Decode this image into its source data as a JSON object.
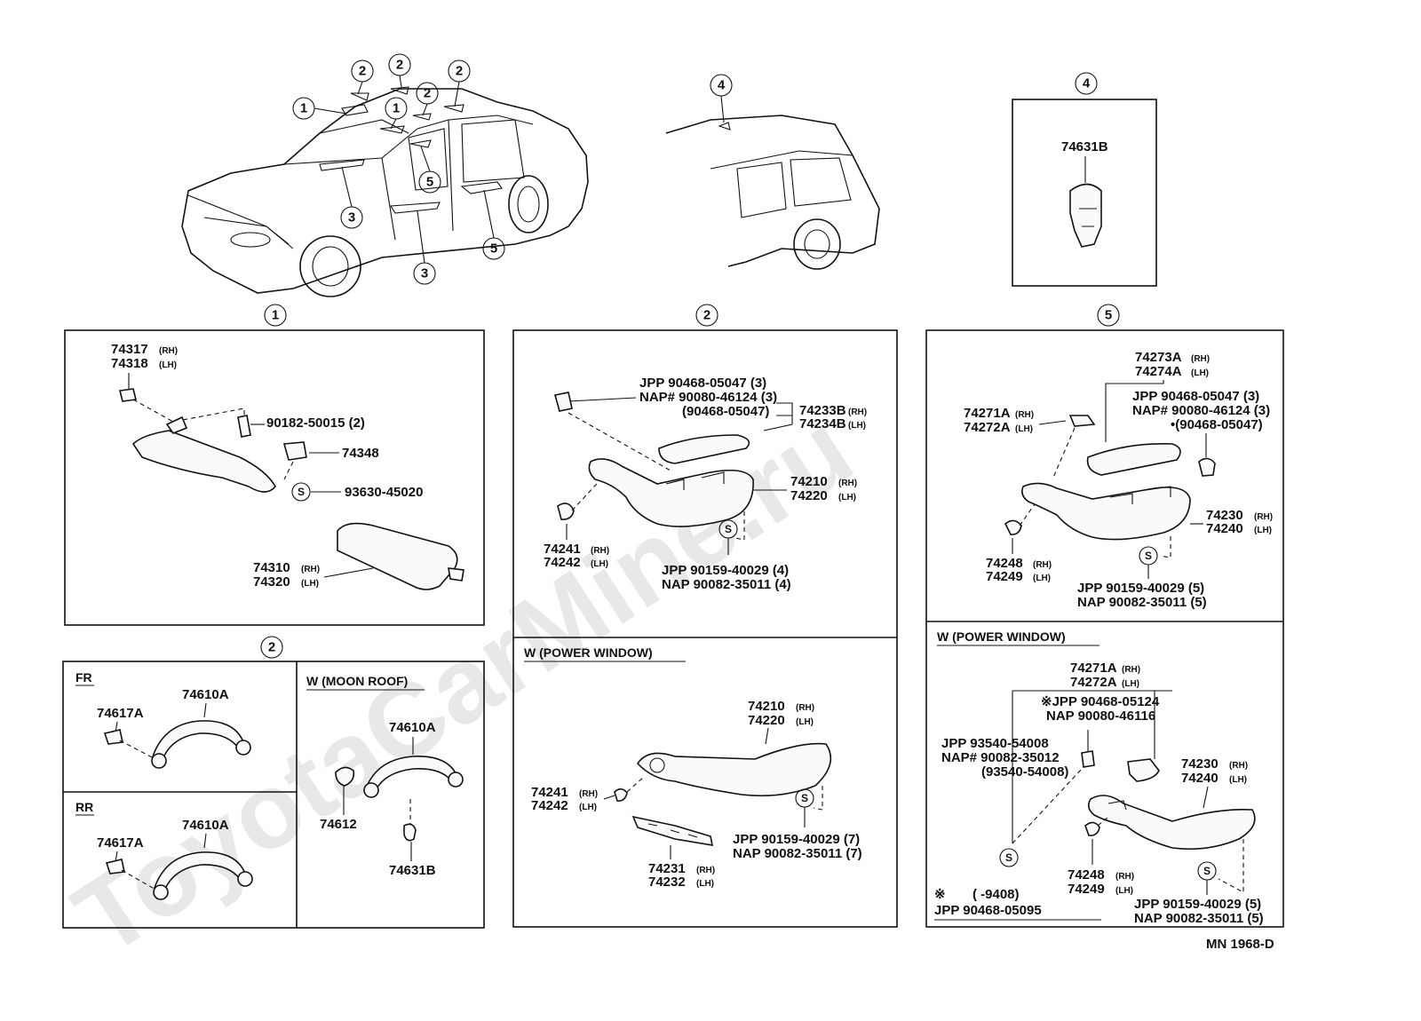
{
  "watermark": "ToyotaCarMine.ru",
  "figure_code": "MN 1968-D",
  "callouts": {
    "c1": "1",
    "c2": "2",
    "c3": "3",
    "c4": "4",
    "c5": "5",
    "s": "S",
    "rh": "(RH)",
    "lh": "(LH)"
  },
  "panels": {
    "visor": {
      "p74317": "74317",
      "p74318": "74318",
      "p90182": "90182-50015 (2)",
      "p74348": "74348",
      "p93630": "93630-45020",
      "p74310": "74310",
      "p74320": "74320"
    },
    "assist_grip": {
      "fr": "FR",
      "rr": "RR",
      "moon_roof": "W (MOON ROOF)",
      "p74617A": "74617A",
      "p74610A": "74610A",
      "p74612": "74612",
      "p74631B": "74631B"
    },
    "armrest_front": {
      "jpp1": "JPP 90468-05047 (3)",
      "nap1": "NAP# 90080-46124 (3)",
      "alt1": "(90468-05047)",
      "p74233B": "74233B",
      "p74234B": "74234B",
      "p74210": "74210",
      "p74220": "74220",
      "p74241": "74241",
      "p74242": "74242",
      "jpp2": "JPP 90159-40029 (4)",
      "nap2": "NAP 90082-35011 (4)",
      "pw_title": "W (POWER WINDOW)",
      "jpp3": "JPP 90159-40029 (7)",
      "nap3": "NAP 90082-35011 (7)",
      "p74231": "74231",
      "p74232": "74232"
    },
    "armrest_rear": {
      "p74273A": "74273A",
      "p74274A": "74274A",
      "p74271A": "74271A",
      "p74272A": "74272A",
      "jpp1": "JPP 90468-05047 (3)",
      "nap1": "NAP# 90080-46124 (3)",
      "alt1": "•(90468-05047)",
      "p74230": "74230",
      "p74240": "74240",
      "p74248": "74248",
      "p74249": "74249",
      "jpp2": "JPP 90159-40029 (5)",
      "nap2": "NAP 90082-35011 (5)",
      "pw_title": "W (POWER WINDOW)",
      "jpp_star": "※JPP  90468-05124",
      "nap_star": "NAP 90080-46116",
      "jpp4": "JPP 93540-54008",
      "nap4": "NAP# 90082-35012",
      "alt4": "(93540-54008)",
      "note_mark": "※",
      "note_range": "(       -9408)",
      "note_jpp": "JPP     90468-05095",
      "jpp5": "JPP 90159-40029 (5)",
      "nap5": "NAP 90082-35011 (5)"
    },
    "coat_hook": {
      "p74631B": "74631B"
    }
  }
}
